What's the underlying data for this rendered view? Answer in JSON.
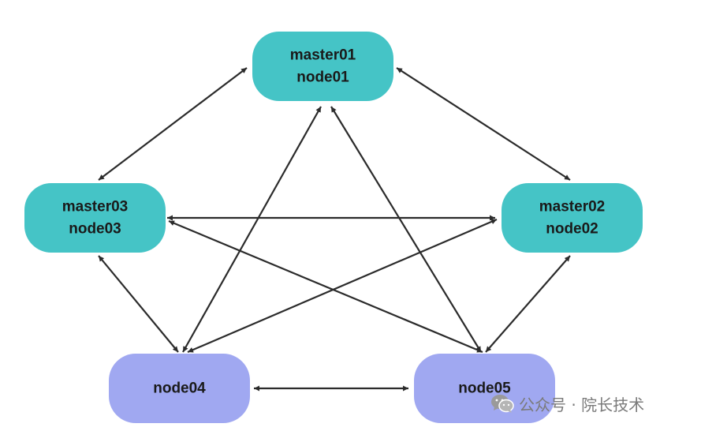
{
  "colors": {
    "master": "#45C4C6",
    "worker": "#A0A8F1",
    "edge": "#2b2b2b",
    "watermark": "#7a7a7a"
  },
  "nodes": [
    {
      "id": "n1",
      "lines": [
        "master01",
        "node01"
      ],
      "role": "master"
    },
    {
      "id": "n2",
      "lines": [
        "master02",
        "node02"
      ],
      "role": "master"
    },
    {
      "id": "n3",
      "lines": [
        "master03",
        "node03"
      ],
      "role": "master"
    },
    {
      "id": "n4",
      "lines": [
        "node04"
      ],
      "role": "worker"
    },
    {
      "id": "n5",
      "lines": [
        "node05"
      ],
      "role": "worker"
    }
  ],
  "edges": [
    {
      "from": "n1",
      "to": "n2",
      "arrows": "both"
    },
    {
      "from": "n1",
      "to": "n3",
      "arrows": "both"
    },
    {
      "from": "n1",
      "to": "n4",
      "arrows": "both"
    },
    {
      "from": "n1",
      "to": "n5",
      "arrows": "both"
    },
    {
      "from": "n2",
      "to": "n3",
      "arrows": "both"
    },
    {
      "from": "n2",
      "to": "n4",
      "arrows": "both"
    },
    {
      "from": "n2",
      "to": "n5",
      "arrows": "both"
    },
    {
      "from": "n3",
      "to": "n4",
      "arrows": "both"
    },
    {
      "from": "n3",
      "to": "n5",
      "arrows": "both"
    },
    {
      "from": "n4",
      "to": "n5",
      "arrows": "both"
    }
  ],
  "watermark": {
    "icon": "wechat-icon",
    "text": "公众号 · 院长技术"
  }
}
